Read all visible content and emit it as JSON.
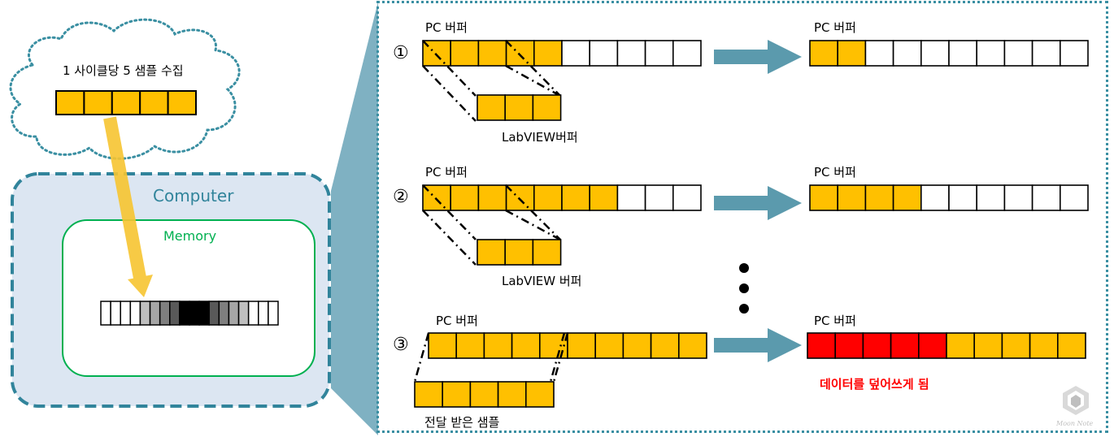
{
  "left": {
    "cloud_label": "1 사이클당 5 샘플 수집",
    "computer_label": "Computer",
    "memory_label": "Memory",
    "colors": {
      "sample": "#FFC000",
      "cloud_border": "#3A8FA2",
      "computer_fill": "#DCE6F2",
      "computer_border": "#31849B",
      "memory_border": "#00B050",
      "memory_text": "#00B050",
      "computer_text": "#31849B",
      "arrow": "#F7C531"
    }
  },
  "scenes": [
    {
      "num": "①",
      "pc_label": "PC 버퍼",
      "labview_label": "LabVIEW버퍼",
      "result_label": "PC 버퍼"
    },
    {
      "num": "②",
      "pc_label": "PC 버퍼",
      "labview_label": "LabVIEW 버퍼",
      "result_label": "PC 버퍼"
    },
    {
      "num": "③",
      "pc_label": "PC 버퍼",
      "transfer_label": "전달 받은 샘플",
      "result_label": "PC 버퍼",
      "overwrite_label": "데이터를 덮어쓰게 됨"
    }
  ],
  "colors": {
    "filled": "#FFC000",
    "overwritten": "#FF0000",
    "empty": "#FFFFFF",
    "arrow": "#5B9AAD",
    "overwrite_text": "#FF0000",
    "panel_border": "#3A8FA2",
    "connector_fill": "#7FB1C2"
  },
  "watermark": "Moon Note"
}
